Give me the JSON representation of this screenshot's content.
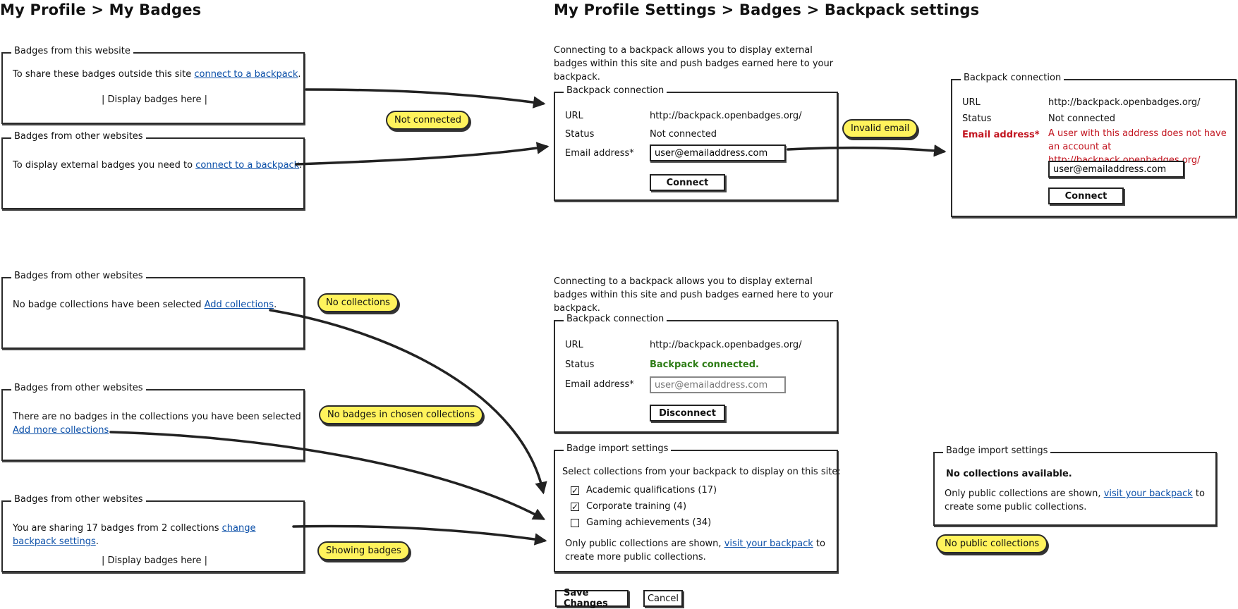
{
  "left_title": "My Profile > My Badges",
  "right_title": "My Profile Settings > Badges > Backpack settings",
  "left_panels": {
    "site_badges": {
      "legend": "Badges from this website",
      "text": "To share these badges outside this site ",
      "link": "connect to a backpack",
      "period": ".",
      "placeholder": "| Display badges here |"
    },
    "other_badges_1": {
      "legend": "Badges from other websites",
      "text": "To display external badges you need to ",
      "link": "connect to a backpack",
      "period": "."
    },
    "other_badges_2": {
      "legend": "Badges from other websites",
      "text": "No badge collections have been selected ",
      "link": "Add collections",
      "period": "."
    },
    "other_badges_3": {
      "legend": "Badges from other websites",
      "text": "There are no badges in the collections you have been selected",
      "link": "Add more collections",
      "period": "."
    },
    "other_badges_4": {
      "legend": "Badges from other websites",
      "text": "You are sharing 17 badges from 2 collections ",
      "link": "change backpack settings",
      "period": ".",
      "placeholder": "| Display badges here |"
    }
  },
  "notes": {
    "not_connected": "Not connected",
    "invalid_email": "Invalid email",
    "no_collections": "No collections",
    "no_badges_chosen": "No badges in chosen collections",
    "showing_badges": "Showing badges",
    "no_public": "No public collections"
  },
  "intro_text": "Connecting to a backpack allows you to display external badges within this site and push badges earned here to your backpack.",
  "connection_top": {
    "legend": "Backpack connection",
    "url_label": "URL",
    "url_value": "http://backpack.openbadges.org/",
    "status_label": "Status",
    "status_value": "Not connected",
    "email_label": "Email address*",
    "email_value": "user@emailaddress.com",
    "button": "Connect"
  },
  "connection_error": {
    "legend": "Backpack connection",
    "url_label": "URL",
    "url_value": "http://backpack.openbadges.org/",
    "status_label": "Status",
    "status_value": "Not connected",
    "email_label": "Email address*",
    "error_msg": "A user with this address does not have an account at http://backpack.openbadges.org/",
    "email_value": "user@emailaddress.com",
    "button": "Connect"
  },
  "connection_connected": {
    "legend": "Backpack connection",
    "url_label": "URL",
    "url_value": "http://backpack.openbadges.org/",
    "status_label": "Status",
    "status_value": "Backpack connected.",
    "email_label": "Email address*",
    "email_placeholder": "user@emailaddress.com",
    "button": "Disconnect"
  },
  "import_settings": {
    "legend": "Badge import settings",
    "instruction": "Select collections from your backpack to display on this site:",
    "collections": [
      {
        "label": "Academic qualifications (17)",
        "checked": true
      },
      {
        "label": "Corporate training (4)",
        "checked": true
      },
      {
        "label": "Gaming achievements (34)",
        "checked": false
      }
    ],
    "footer_text": "Only public collections are shown, ",
    "footer_link": "visit your backpack",
    "footer_end": " to create more public collections."
  },
  "import_empty": {
    "legend": "Badge import settings",
    "headline": "No collections available.",
    "footer_text": "Only public collections are shown, ",
    "footer_link": "visit your backpack",
    "footer_end": " to create some public collections."
  },
  "actions": {
    "save": "Save Changes",
    "cancel": "Cancel"
  },
  "icons": {
    "checkbox_checked": "checkbox-checked-icon",
    "checkbox_unchecked": "checkbox-unchecked-icon",
    "arrow": "arrow-icon"
  },
  "colors": {
    "link": "#0b4fa8",
    "error": "#c2141f",
    "success": "#2e7d16",
    "note": "#fff35c"
  }
}
